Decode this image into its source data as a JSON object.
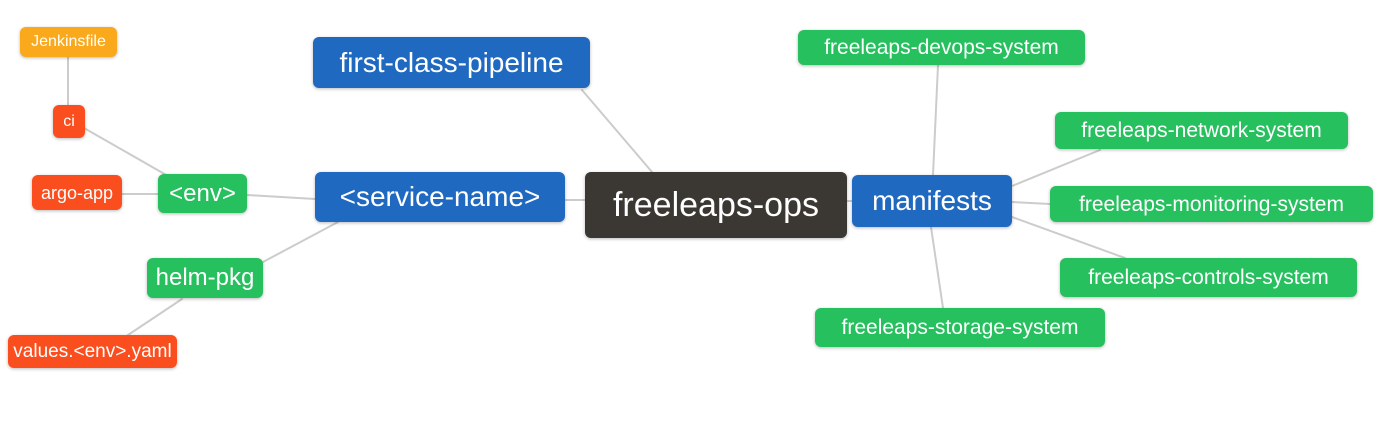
{
  "diagram": {
    "type": "mindmap",
    "background": "#FFFFFF",
    "palette": {
      "orange": "#FAA81C",
      "red": "#FA4E1E",
      "green": "#27C05E",
      "blue": "#2069C1",
      "dark": "#3B3733",
      "edge_line": "#CCCCCC",
      "text": "#FFFFFF"
    },
    "root_label": "freeleaps-ops"
  },
  "nodes": {
    "root": {
      "label": "freeleaps-ops",
      "color": "#3B3733",
      "level": 0
    },
    "fcp": {
      "label": "first-class-pipeline",
      "color": "#2069C1",
      "level": 1
    },
    "service": {
      "label": "<service-name>",
      "color": "#2069C1",
      "level": 1
    },
    "manifests": {
      "label": "manifests",
      "color": "#2069C1",
      "level": 1
    },
    "env": {
      "label": "<env>",
      "color": "#27C05E",
      "level": 2
    },
    "helm_pkg": {
      "label": "helm-pkg",
      "color": "#27C05E",
      "level": 2
    },
    "ci": {
      "label": "ci",
      "color": "#FA4E1E",
      "level": 3
    },
    "argo_app": {
      "label": "argo-app",
      "color": "#FA4E1E",
      "level": 3
    },
    "jenkinsfile": {
      "label": "Jenkinsfile",
      "color": "#FAA81C",
      "level": 4
    },
    "values_yaml": {
      "label": "values.<env>.yaml",
      "color": "#FA4E1E",
      "level": 3
    },
    "devops": {
      "label": "freeleaps-devops-system",
      "color": "#27C05E",
      "level": 2
    },
    "network": {
      "label": "freeleaps-network-system",
      "color": "#27C05E",
      "level": 2
    },
    "monitoring": {
      "label": "freeleaps-monitoring-system",
      "color": "#27C05E",
      "level": 2
    },
    "controls": {
      "label": "freeleaps-controls-system",
      "color": "#27C05E",
      "level": 2
    },
    "storage": {
      "label": "freeleaps-storage-system",
      "color": "#27C05E",
      "level": 2
    }
  },
  "edges": [
    {
      "from": "Jenkinsfile",
      "to": "ci"
    },
    {
      "from": "ci",
      "to": "<env>"
    },
    {
      "from": "argo-app",
      "to": "<env>"
    },
    {
      "from": "<env>",
      "to": "<service-name>"
    },
    {
      "from": "helm-pkg",
      "to": "<service-name>"
    },
    {
      "from": "values.<env>.yaml",
      "to": "helm-pkg"
    },
    {
      "from": "first-class-pipeline",
      "to": "freeleaps-ops"
    },
    {
      "from": "<service-name>",
      "to": "freeleaps-ops"
    },
    {
      "from": "freeleaps-ops",
      "to": "manifests"
    },
    {
      "from": "manifests",
      "to": "freeleaps-devops-system"
    },
    {
      "from": "manifests",
      "to": "freeleaps-network-system"
    },
    {
      "from": "manifests",
      "to": "freeleaps-monitoring-system"
    },
    {
      "from": "manifests",
      "to": "freeleaps-controls-system"
    },
    {
      "from": "manifests",
      "to": "freeleaps-storage-system"
    }
  ]
}
